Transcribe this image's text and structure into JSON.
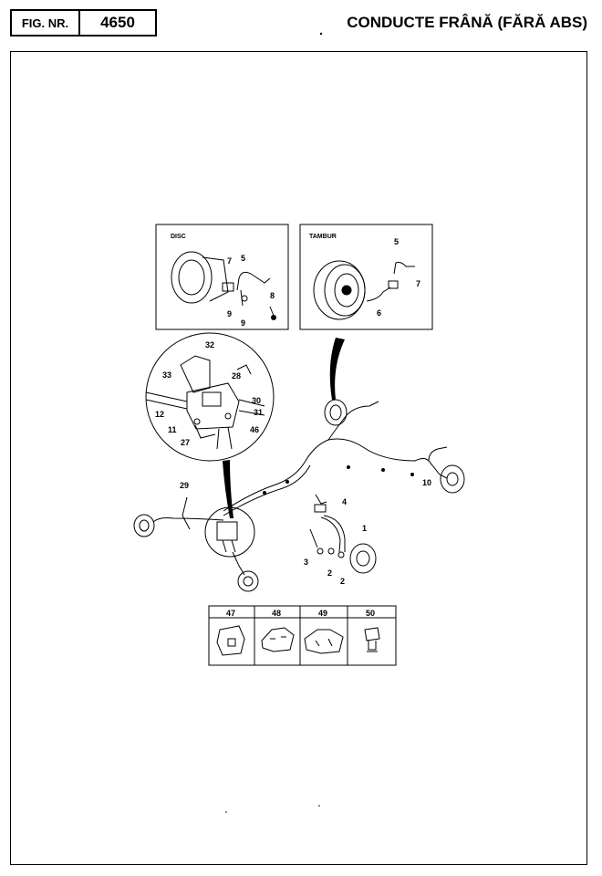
{
  "header": {
    "fig_label": "FIG. NR.",
    "fig_number": "4650",
    "title": "CONDUCTE FRÂNĂ (FĂRĂ ABS)"
  },
  "insets": {
    "disc_label": "DISC",
    "drum_label": "TAMBUR"
  },
  "callouts": {
    "disc_7": "7",
    "disc_5": "5",
    "disc_8": "8",
    "disc_9a": "9",
    "disc_9b": "9",
    "drum_5": "5",
    "drum_7": "7",
    "drum_6": "6",
    "c32": "32",
    "c33": "33",
    "c28": "28",
    "c30": "30",
    "c31": "31",
    "c12": "12",
    "c11": "11",
    "c27": "27",
    "c46": "46",
    "c29": "29",
    "c10": "10",
    "c4": "4",
    "c1": "1",
    "c3": "3",
    "c2a": "2",
    "c2b": "2"
  },
  "clips": {
    "c47": "47",
    "c48": "48",
    "c49": "49",
    "c50": "50"
  }
}
